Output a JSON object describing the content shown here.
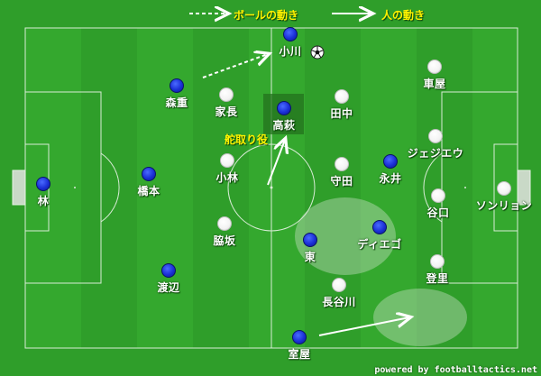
{
  "legend": {
    "ball_movement": "ボールの動き",
    "player_movement": "人の動き"
  },
  "role_label": "舵取り役",
  "credit": "powered by footballtactics.net",
  "team_colors": {
    "blue": "#1a2fd6",
    "white": "#ffffff"
  },
  "blue_team": [
    "林",
    "橋本",
    "森重",
    "渡辺",
    "小川",
    "高萩",
    "永井",
    "ディエゴ",
    "東",
    "室屋"
  ],
  "white_team": [
    "ソンリョン",
    "車屋",
    "ジェジエウ",
    "谷口",
    "登里",
    "田中",
    "守田",
    "家長",
    "小林",
    "脇坂",
    "長谷川"
  ],
  "ball_icon": "soccer-ball-icon",
  "highlighted_player": "高萩"
}
